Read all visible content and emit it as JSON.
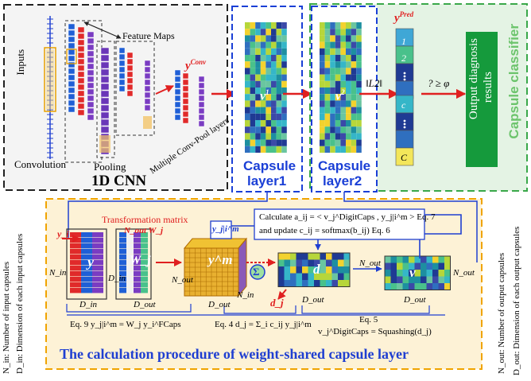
{
  "cnn_panel": {
    "title": "1D CNN",
    "inputs_label": "Inputs",
    "feature_maps_label": "Feature Maps",
    "y_conv_base": "y",
    "y_conv_sup": "Conv",
    "convolution_label": "Convolution",
    "pooling_label": "Pooling",
    "multi_layers_label": "Multiple Conv-Pool layers"
  },
  "capsule_layer1": {
    "label_line1": "Capsule",
    "label_line2": "layer1",
    "vector_base": "v",
    "vector_sup": "1"
  },
  "capsule_layer2": {
    "label_line1": "Capsule",
    "label_line2": "layer2",
    "vector_base": "v",
    "vector_sup": "2"
  },
  "classifier_panel": {
    "title": "Capsule classifier",
    "y_pred_base": "y",
    "y_pred_sup": "Pred",
    "cells": [
      "1",
      "2",
      "c",
      "C"
    ],
    "norm_label": "‖L2‖",
    "threshold_label": "? ≥ φ",
    "output_line1": "Output diagnosis",
    "output_line2": "results"
  },
  "procedure_panel": {
    "title": "The calculation procedure of weight-shared capsule layer",
    "transformation_matrix_label": "Transformation matrix",
    "calc_line1": "Calculate  a_ij = < v_j^DigitCaps , y_j|i^m >   Eq. 7",
    "calc_line2": "and update  c_ij = softmax(b_ij)   Eq. 6",
    "eq9": "Eq. 9  y_j|i^m = W_j y_i^FCaps",
    "eq4": "Eq. 4  d_j = Σ_i c_ij y_j|i^m",
    "eq5": "Eq. 5",
    "squash": "v_j^DigitCaps = Squashing(d_j)",
    "y_i_label": "y_i",
    "y_label": "y",
    "w_label": "W_j",
    "ym_label": "y^m",
    "yji_label": "y_j|i^m",
    "d_label": "d",
    "dj_label": "d_j",
    "v_label": "v",
    "sum_label": "Σ",
    "n_out_w": "N_out W_j",
    "n_in": "N_in",
    "d_in": "D_in",
    "d_out": "D_out",
    "n_out": "N_out"
  },
  "side_notes": {
    "left_line1": "N_in: Number of input capsules",
    "left_line2": "D_in: Dimension of each input capsules",
    "right_line1": "N_out: Number of output capsules",
    "right_line2": "D_out: Dimension of each output capsules"
  },
  "colors": {
    "cnn_border": "#222222",
    "capsule_border": "#1a3fd6",
    "classifier_border": "#3aa84a",
    "classifier_fill": "#e4f3e4",
    "procedure_border": "#f0a400",
    "procedure_fill": "#fdf2d6",
    "accent_red": "#e02020",
    "accent_blue": "#1f3fd1",
    "title_green": "#6cc46c"
  }
}
